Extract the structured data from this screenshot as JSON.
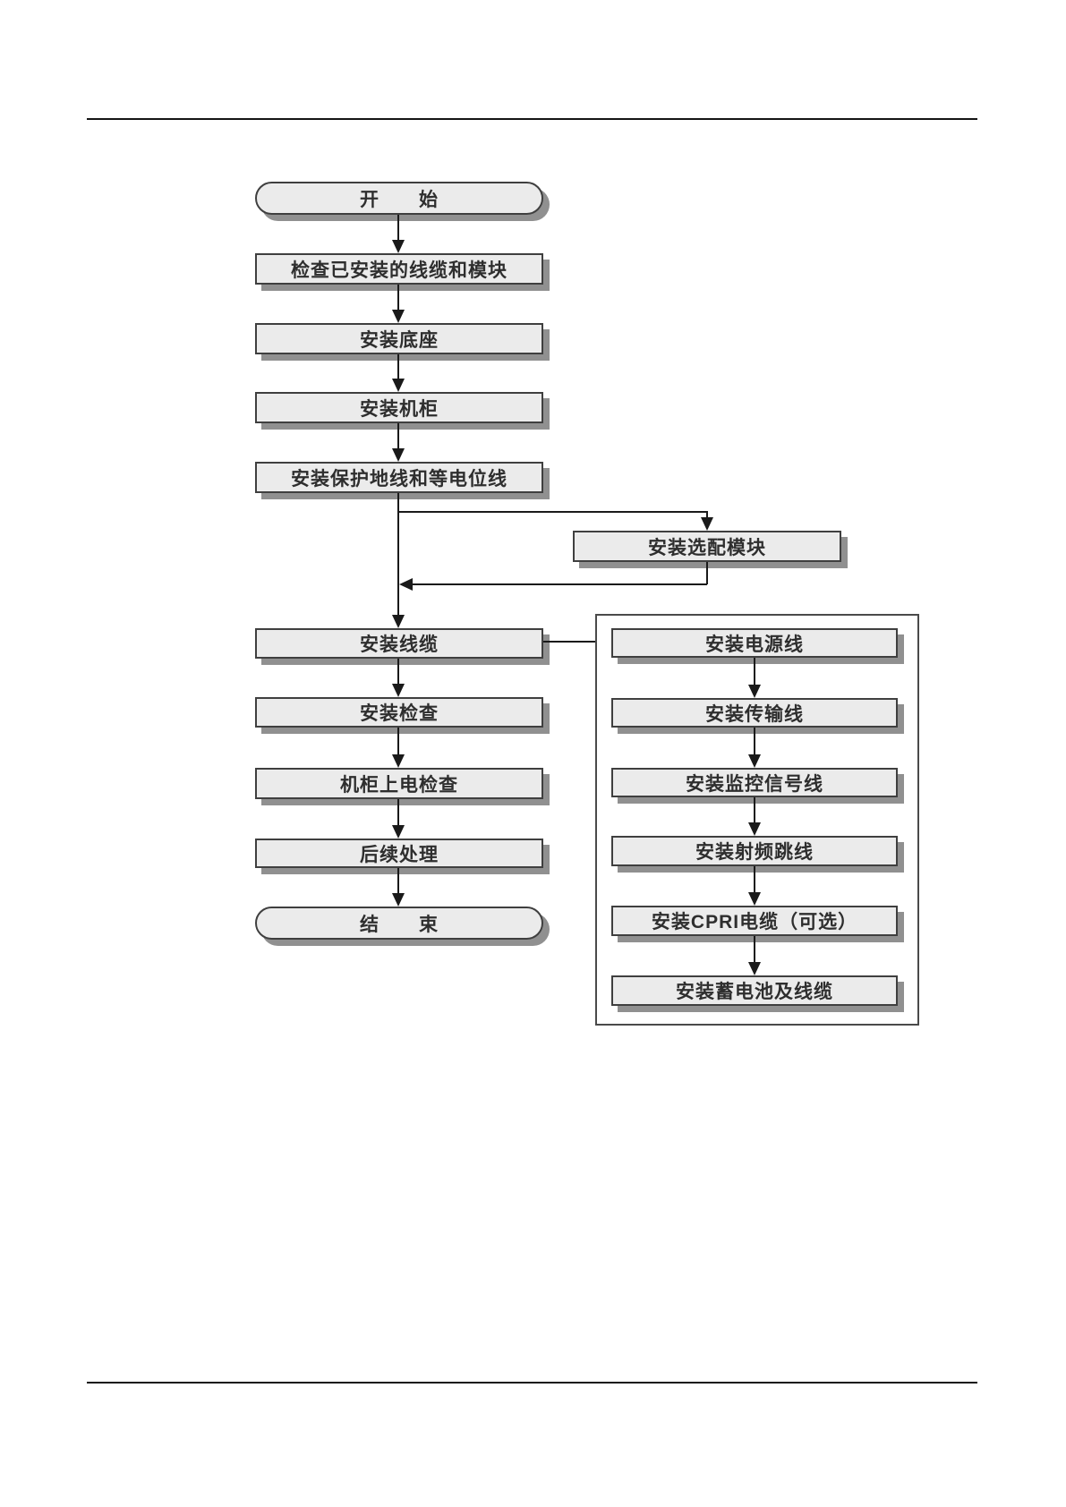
{
  "flowchart": {
    "main_flow": [
      {
        "label": "开　　始",
        "type": "terminator"
      },
      {
        "label": "检查已安装的线缆和模块",
        "type": "process"
      },
      {
        "label": "安装底座",
        "type": "process"
      },
      {
        "label": "安装机柜",
        "type": "process"
      },
      {
        "label": "安装保护地线和等电位线",
        "type": "process"
      },
      {
        "label": "安装线缆",
        "type": "process"
      },
      {
        "label": "安装检查",
        "type": "process"
      },
      {
        "label": "机柜上电检查",
        "type": "process"
      },
      {
        "label": "后续处理",
        "type": "process"
      },
      {
        "label": "结　　束",
        "type": "terminator"
      }
    ],
    "optional_branch": {
      "label": "安装选配模块"
    },
    "cable_group": [
      {
        "label": "安装电源线"
      },
      {
        "label": "安装传输线"
      },
      {
        "label": "安装监控信号线"
      },
      {
        "label": "安装射频跳线"
      },
      {
        "label": "安装CPRI电缆（可选）"
      },
      {
        "label": "安装蓄电池及线缆"
      }
    ],
    "colors": {
      "box_fill": "#ebebeb",
      "box_border": "#3f3f3f",
      "box_shadow": "#909090",
      "line": "#1a1a1a",
      "text": "#2e2e2e",
      "page_background": "#ffffff"
    }
  }
}
